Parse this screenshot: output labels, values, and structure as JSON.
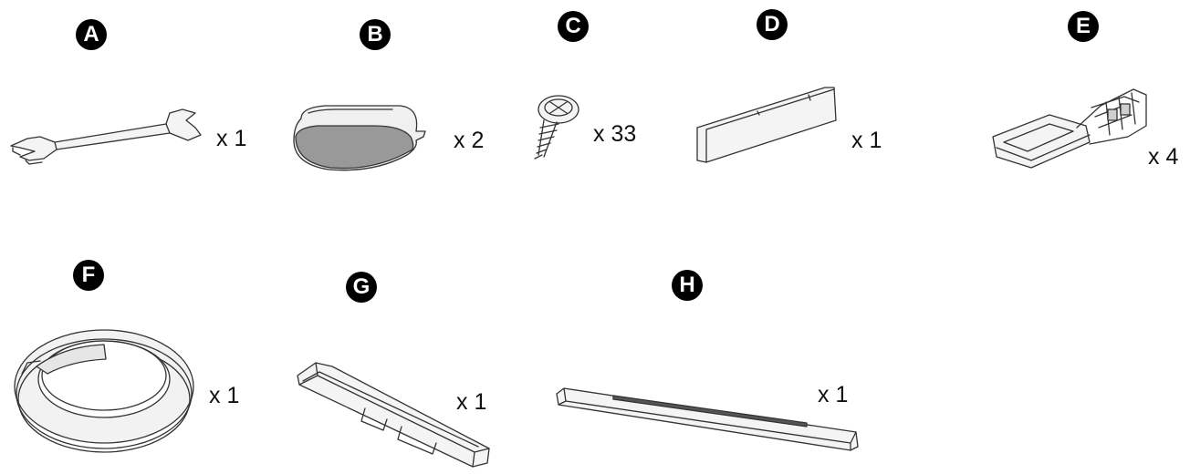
{
  "parts": [
    {
      "letter": "A",
      "quantity": "x 1",
      "icon": "wrench-icon"
    },
    {
      "letter": "B",
      "quantity": "x 2",
      "icon": "rounded-plate-icon"
    },
    {
      "letter": "C",
      "quantity": "x 33",
      "icon": "screw-icon"
    },
    {
      "letter": "D",
      "quantity": "x 1",
      "icon": "short-bar-icon"
    },
    {
      "letter": "E",
      "quantity": "x 4",
      "icon": "clip-bracket-icon"
    },
    {
      "letter": "F",
      "quantity": "x 1",
      "icon": "ring-icon"
    },
    {
      "letter": "G",
      "quantity": "x 1",
      "icon": "rail-icon"
    },
    {
      "letter": "H",
      "quantity": "x 1",
      "icon": "long-strip-icon"
    }
  ]
}
